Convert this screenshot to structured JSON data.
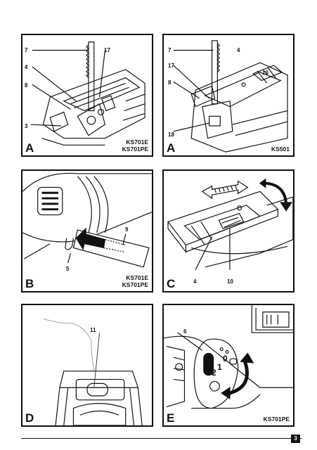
{
  "panels": {
    "a1": {
      "letter": "A",
      "model": "KS701E\nKS701PE",
      "callouts": {
        "c7": "7",
        "c17": "17",
        "c4": "4",
        "c8": "8",
        "c3": "3"
      }
    },
    "a2": {
      "letter": "A",
      "model": "KS501",
      "callouts": {
        "c7": "7",
        "c4": "4",
        "c10": "10",
        "c17": "17",
        "c8": "8",
        "c18": "18"
      }
    },
    "b": {
      "letter": "B",
      "model": "KS701E\nKS701PE",
      "callouts": {
        "c9": "9",
        "c5": "5"
      }
    },
    "c": {
      "letter": "C",
      "model": "",
      "callouts": {
        "c4": "4",
        "c10": "10"
      }
    },
    "d": {
      "letter": "D",
      "model": "",
      "callouts": {
        "c11": "11"
      }
    },
    "e": {
      "letter": "E",
      "model": "KS701PE",
      "callouts": {
        "c6": "6",
        "d0": "0",
        "d1": "1",
        "d2": "2"
      }
    }
  },
  "page_number": "3",
  "colors": {
    "ink": "#111111",
    "paper": "#ffffff"
  }
}
